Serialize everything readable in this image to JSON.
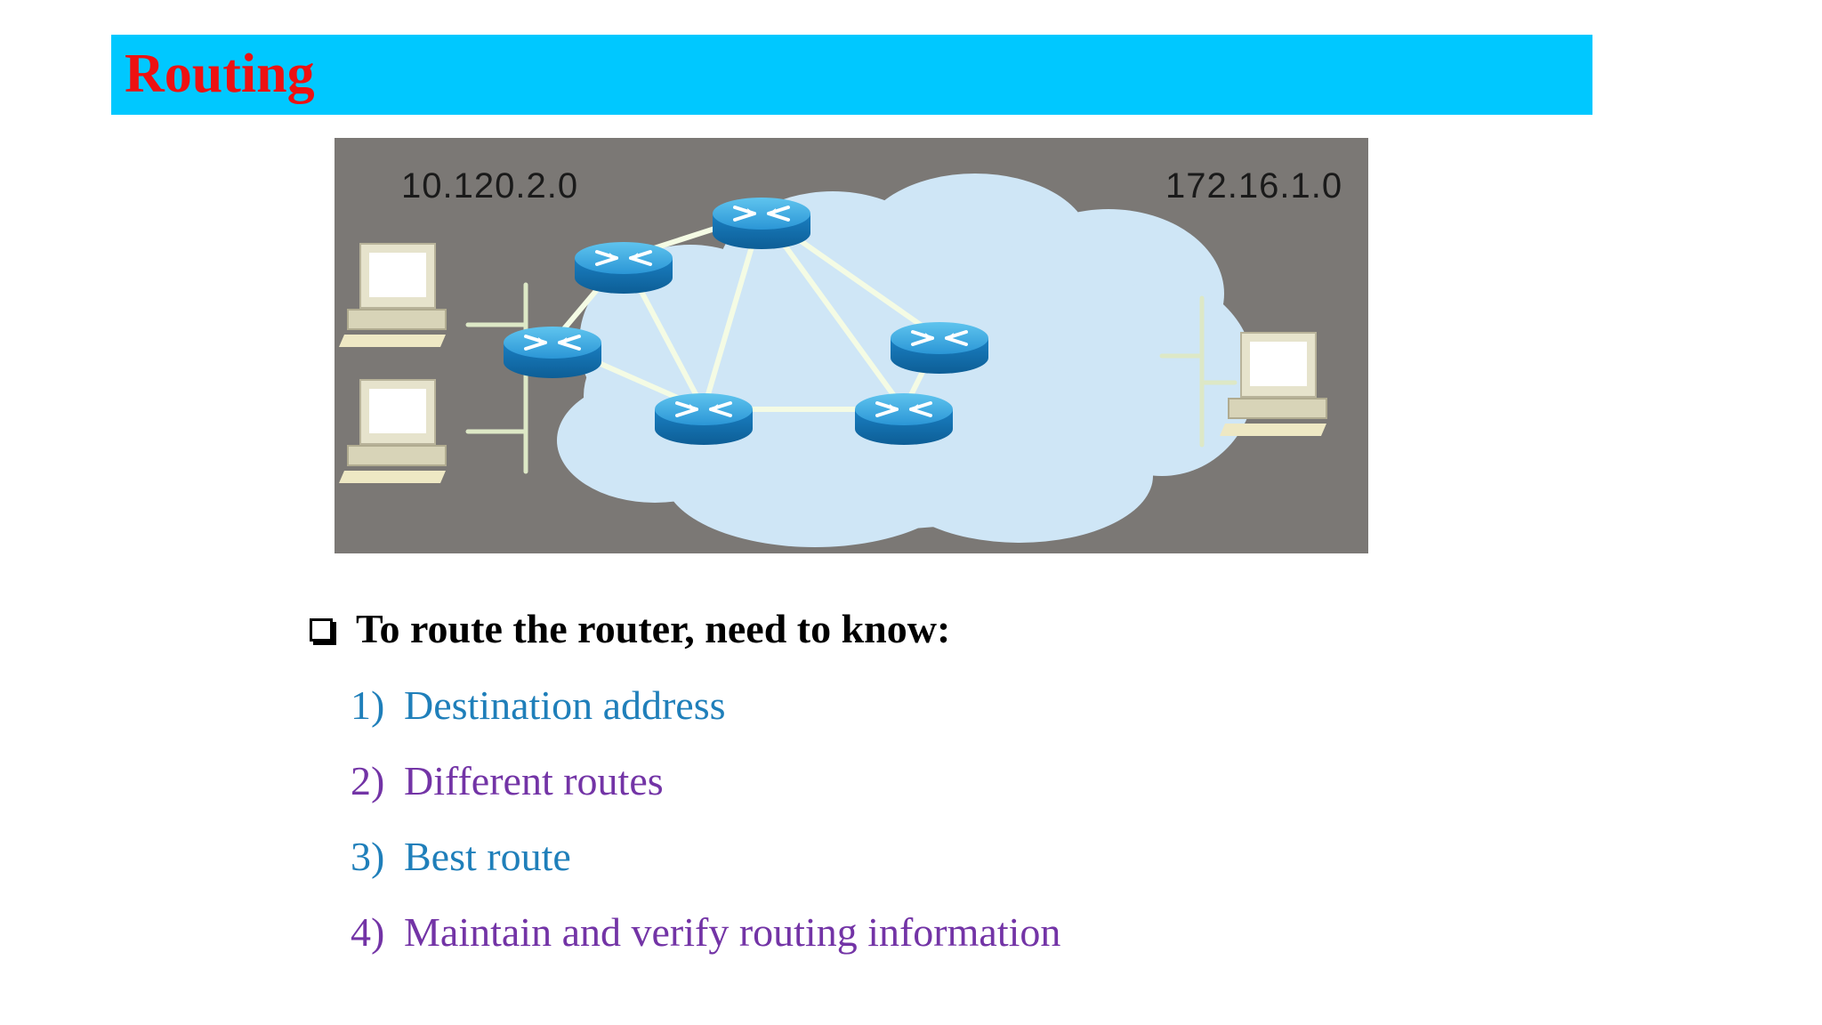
{
  "header": {
    "title": "Routing",
    "title_color": "#ee1111",
    "bar_color": "#00c8ff"
  },
  "diagram": {
    "left_network_label": "10.120.2.0",
    "right_network_label": "172.16.1.0",
    "router_icon": "router-icon",
    "computer_icon": "computer-icon",
    "cloud_icon": "network-cloud-icon"
  },
  "content": {
    "heading": "To route the router, need to know:",
    "heading_icon": "checkbox-icon",
    "items": [
      {
        "number": "1)",
        "text": "Destination address",
        "color": "#1f7fba"
      },
      {
        "number": "2)",
        "text": "Different routes",
        "color": "#7334a6"
      },
      {
        "number": "3)",
        "text": "Best route",
        "color": "#1f7fba"
      },
      {
        "number": "4)",
        "text": "Maintain and verify routing information",
        "color": "#7334a6"
      }
    ]
  }
}
